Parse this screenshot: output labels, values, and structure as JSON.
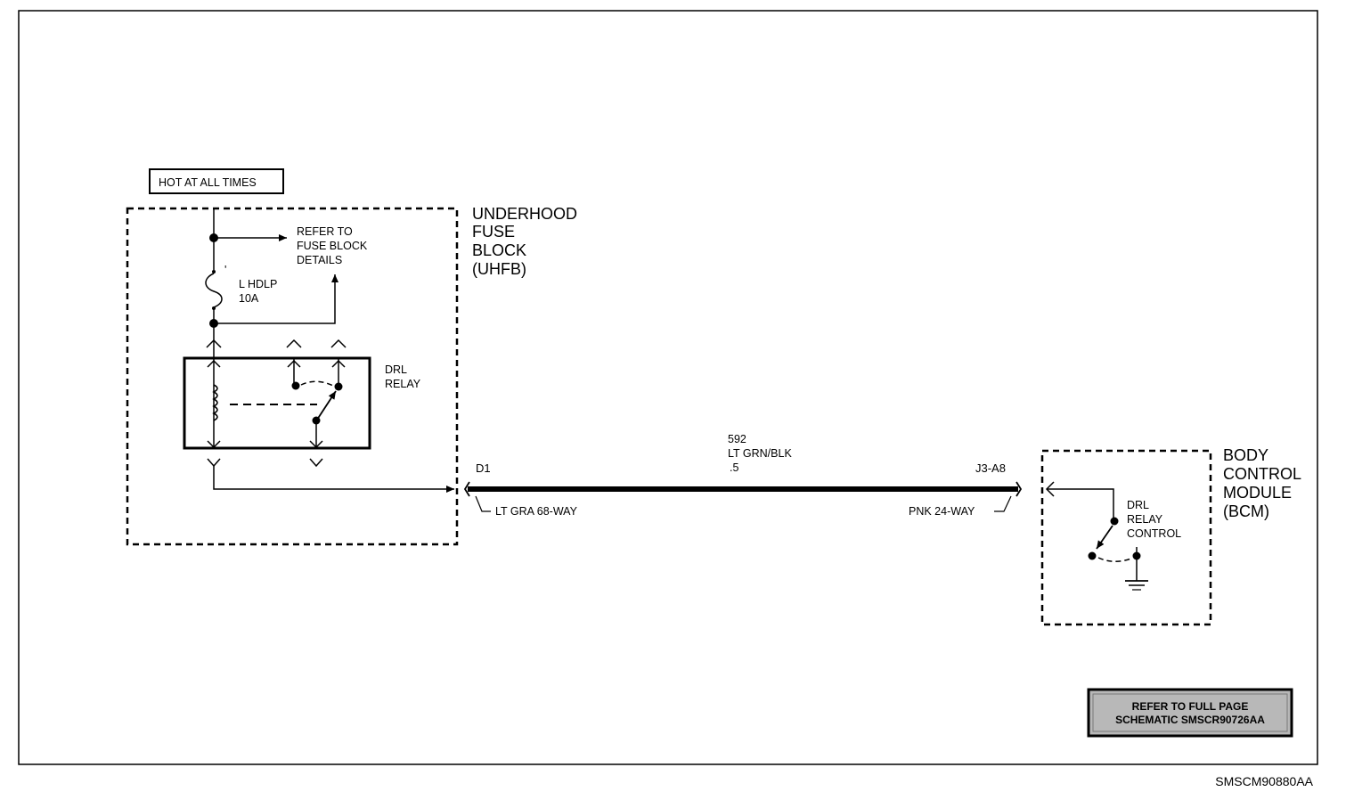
{
  "header_box": "HOT AT ALL TIMES",
  "uhfb": {
    "name": [
      "UNDERHOOD",
      "FUSE",
      "BLOCK",
      "(UHFB)"
    ],
    "refer": [
      "REFER TO",
      "FUSE BLOCK",
      "DETAILS"
    ],
    "fuse": [
      "L HDLP",
      "10A"
    ],
    "relay": [
      "DRL",
      "RELAY"
    ]
  },
  "wire": {
    "circuit": "592",
    "color": "LT GRN/BLK",
    "gauge": ".5",
    "left_pin": "D1",
    "left_connector": "LT GRA 68-WAY",
    "right_pin": "J3-A8",
    "right_connector": "PNK 24-WAY"
  },
  "bcm": {
    "name": [
      "BODY",
      "CONTROL",
      "MODULE",
      "(BCM)"
    ],
    "control": [
      "DRL",
      "RELAY",
      "CONTROL"
    ]
  },
  "reference_box": [
    "REFER TO FULL PAGE",
    "SCHEMATIC SMSCR90726AA"
  ],
  "figure_code": "SMSCM90880AA"
}
